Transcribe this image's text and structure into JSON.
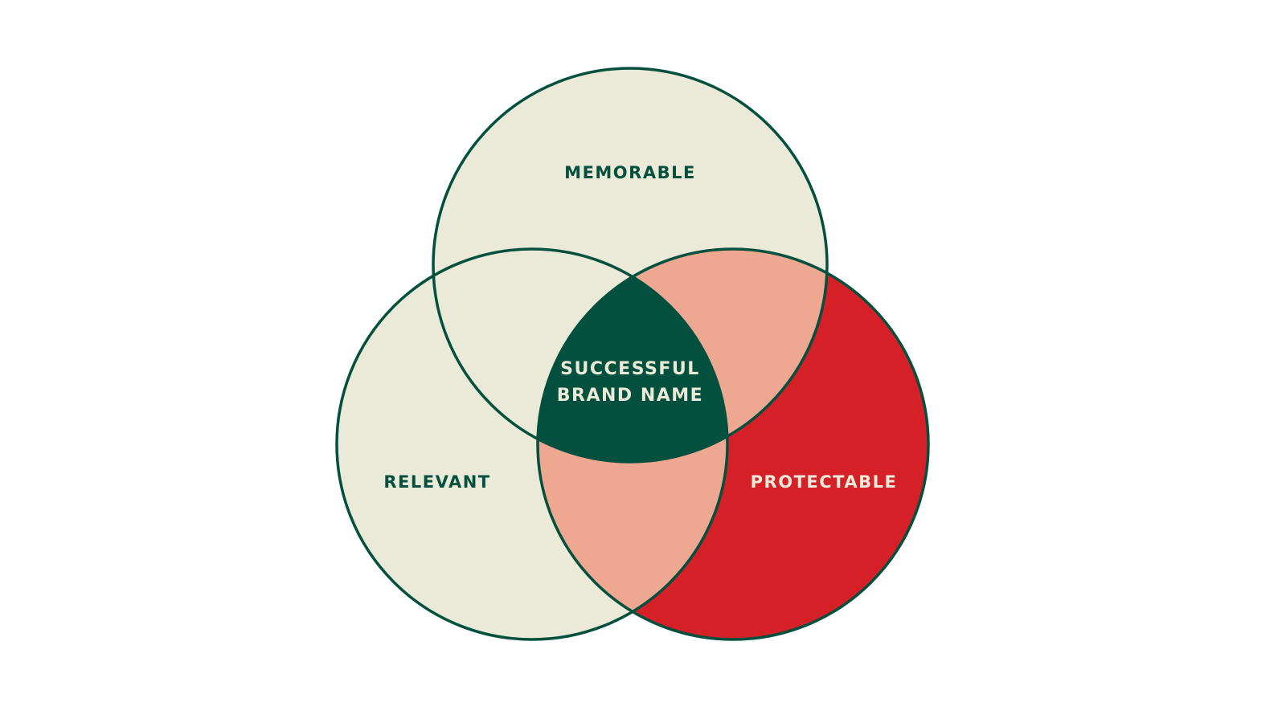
{
  "diagram": {
    "type": "venn",
    "sets": [
      {
        "id": "memorable",
        "label": "MEMORABLE",
        "fill": "#EBEAD8",
        "text_color": "#04503F"
      },
      {
        "id": "relevant",
        "label": "RELEVANT",
        "fill": "#EBEAD8",
        "text_color": "#04503F"
      },
      {
        "id": "protectable",
        "label": "PROTECTABLE",
        "fill": "#D62028",
        "text_color": "#EBEAD8"
      }
    ],
    "intersections": {
      "memorable_protectable": {
        "fill": "#EEA891"
      },
      "relevant_protectable": {
        "fill": "#EEA891"
      },
      "memorable_relevant": {
        "fill": "#EBEAD8"
      },
      "all": {
        "fill": "#04503F",
        "label_line1": "SUCCESSFUL",
        "label_line2": "BRAND NAME",
        "text_color": "#EBEAD8"
      }
    },
    "stroke_color": "#04503F"
  }
}
